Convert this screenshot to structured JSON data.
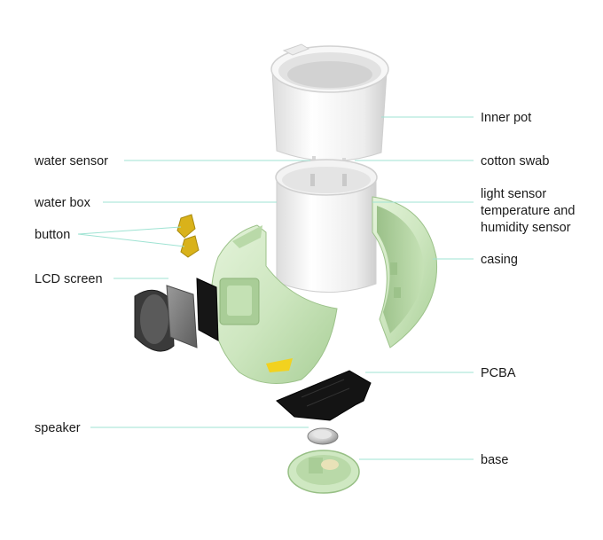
{
  "labels": {
    "inner_pot": "Inner pot",
    "water_sensor": "water sensor",
    "cotton_swab": "cotton swab",
    "water_box": "water box",
    "light_sensor_line1": "light sensor",
    "light_sensor_line2": "temperature and",
    "light_sensor_line3": "humidity sensor",
    "button": "button",
    "casing": "casing",
    "lcd_screen": "LCD screen",
    "pcba": "PCBA",
    "speaker": "speaker",
    "base": "base"
  },
  "colors": {
    "leader": "#9fe3d3",
    "casing_green": "#cfe8c2",
    "pot_white": "#f4f4f4",
    "button_yellow": "#d9b21a",
    "accent_yellow": "#f2d21f"
  }
}
